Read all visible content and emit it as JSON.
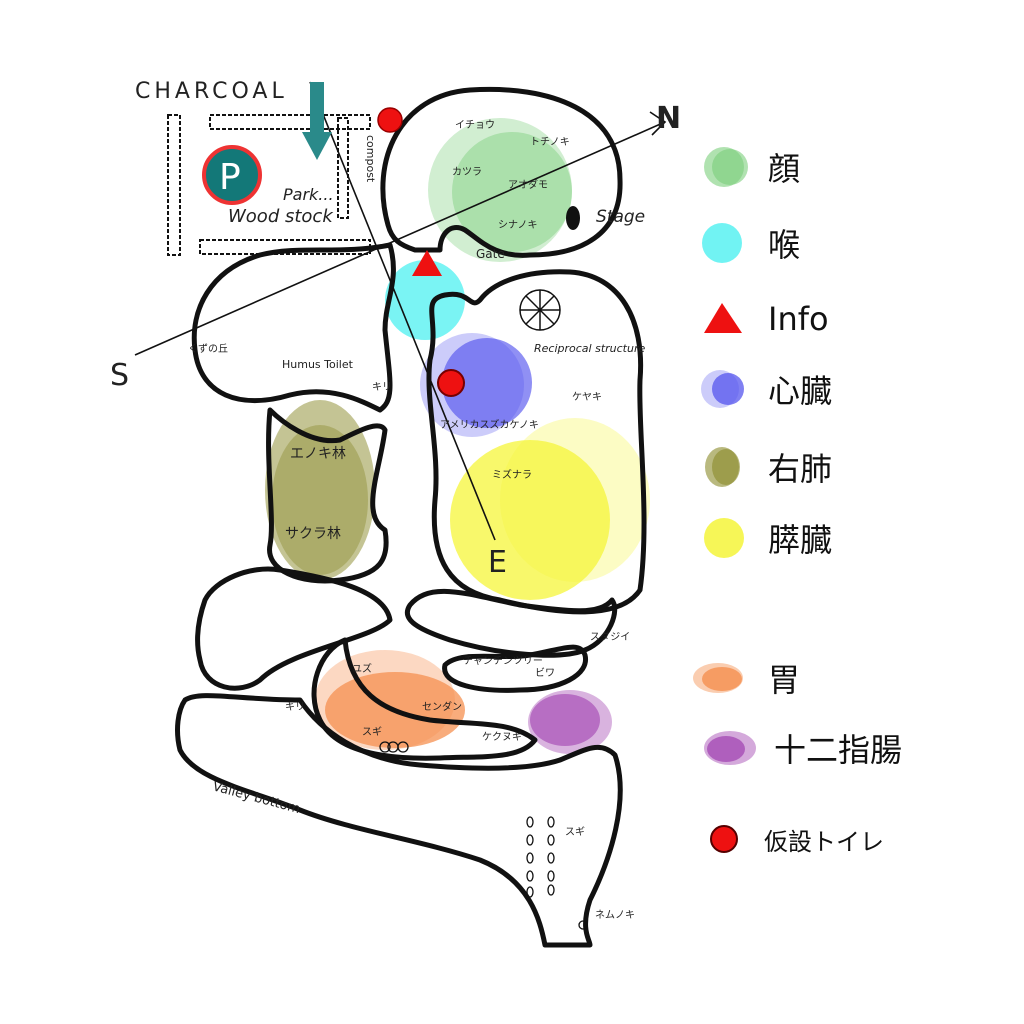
{
  "map": {
    "top_label": "CHARCOAL",
    "parking_label": "P",
    "compass": {
      "north": "N",
      "south": "S",
      "east": "E"
    },
    "place_labels": {
      "park": "Park...",
      "woodstock": "Wood stock",
      "stage": "Stage",
      "gate": "Gate",
      "reciprocal": "Reciprocal structure",
      "humus": "Humus Toilet",
      "valley": "Valley bottom",
      "compost": "compost"
    },
    "tree_labels": [
      "イチョウ",
      "トチノキ",
      "カツラ",
      "アオダモ",
      "シナノキ",
      "くずの丘",
      "キリ",
      "ケヤキ",
      "アメリカスズカケノキ",
      "ミズナラ",
      "エノキ林",
      "サクラ林",
      "スダジイ",
      "チャンチンツリー",
      "ビワ",
      "ユズ",
      "センダン",
      "スギ",
      "キリ",
      "ケクヌギ",
      "スギ",
      "ネムノキ"
    ]
  },
  "legend": [
    {
      "label": "顔",
      "color": "#7ccf7c",
      "marker": "circle"
    },
    {
      "label": "喉",
      "color": "#4ef0f0",
      "marker": "circle"
    },
    {
      "label": "Info",
      "color": "#ee1111",
      "marker": "triangle"
    },
    {
      "label": "心臓",
      "color": "#5555ee",
      "marker": "circle"
    },
    {
      "label": "右肺",
      "color": "#8a8a2a",
      "marker": "circle"
    },
    {
      "label": "膵臓",
      "color": "#f5f53a",
      "marker": "circle"
    },
    {
      "label": "胃",
      "color": "#f59050",
      "marker": "circle"
    },
    {
      "label": "十二指腸",
      "color": "#a040b0",
      "marker": "circle"
    },
    {
      "label": "仮設トイレ",
      "color": "#ee1111",
      "marker": "dot"
    }
  ]
}
